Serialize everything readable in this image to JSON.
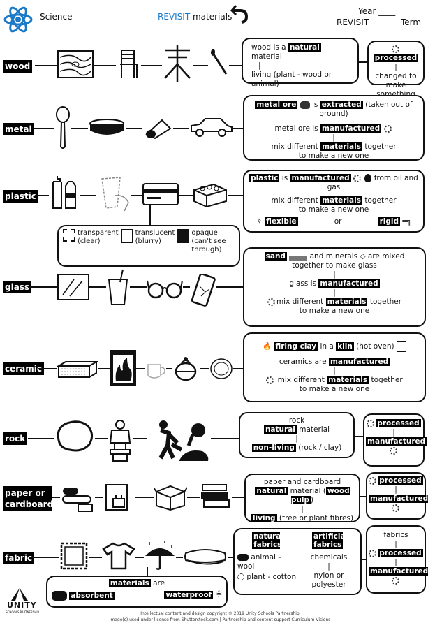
{
  "header": {
    "subject": "Science",
    "title_accent": "REVISIT",
    "title_rest": "materials",
    "year_label": "Year ____",
    "term_label": "REVISIT _______Term"
  },
  "rows": {
    "wood": {
      "label": "wood",
      "def_pre": "wood is a",
      "def_hl": "natural",
      "def_post": "material",
      "def_source": "living (plant - wood or animal)",
      "proc_hl": "processed",
      "proc_text": "changed to make something"
    },
    "metal": {
      "label": "metal",
      "l1_hl": "metal ore",
      "l1_mid": "is",
      "l1_hl2": "extracted",
      "l1_post": "(taken out of ground)",
      "l2_pre": "metal ore is",
      "l2_hl": "manufactured",
      "l3_pre": "mix different",
      "l3_hl": "materials",
      "l3_post": "together",
      "l4": "to make a new one"
    },
    "plastic": {
      "label": "plastic",
      "l1_hl": "plastic",
      "l1_mid": "is",
      "l1_hl2": "manufactured",
      "l1_post": "from oil and gas",
      "l2_pre": "mix different",
      "l2_hl": "materials",
      "l2_post": "together",
      "l3": "to make a new one",
      "flex_hl": "flexible",
      "or": "or",
      "rigid_hl": "rigid"
    },
    "transparency": {
      "transparent": "transparent (clear)",
      "translucent": "translucent (blurry)",
      "opaque": "opaque (can't see through)"
    },
    "glass": {
      "label": "glass",
      "l1_hl": "sand",
      "l1_mid": "and minerals",
      "l1_post": "are mixed",
      "l2": "together to make glass",
      "l3_pre": "glass is",
      "l3_hl": "manufactured",
      "l4_pre": "mix different",
      "l4_hl": "materials",
      "l4_post": "together",
      "l5": "to make a new one"
    },
    "ceramic": {
      "label": "ceramic",
      "l1_hl": "firing clay",
      "l1_mid": "in a",
      "l1_hl2": "kiln",
      "l1_post": "(hot oven)",
      "l2_pre": "ceramics are",
      "l2_hl": "manufactured",
      "l3_pre": "mix different",
      "l3_hl": "materials",
      "l3_post": "together",
      "l4": "to make a new one"
    },
    "rock": {
      "label": "rock",
      "l1": "rock",
      "l2_hl": "natural",
      "l2_post": "material",
      "l3_hl": "non-living",
      "l3_post": "(rock / clay)",
      "proc_hl": "processed",
      "manu_hl": "manufactured"
    },
    "paper": {
      "label": "paper or cardboard",
      "l1": "paper and cardboard",
      "l2_hl": "natural",
      "l2_mid": "material (",
      "l2_hl2": "wood pulp",
      "l2_post": ")",
      "l3_hl": "living",
      "l3_post": "(tree or plant fibres)",
      "proc_hl": "processed",
      "manu_hl": "manufactured"
    },
    "fabric": {
      "label": "fabric",
      "nat_hl": "natural fabrics",
      "art_hl": "artificial fabrics",
      "animal": "animal – wool",
      "plant": "plant  - cotton",
      "chemicals": "chemicals",
      "nylon": "nylon or polyester",
      "side_title": "fabrics",
      "proc_hl": "processed",
      "manu_hl": "manufactured",
      "mat_hl": "materials",
      "mat_post": "are",
      "abs_hl": "absorbent",
      "wat_hl": "waterproof"
    }
  },
  "footer": {
    "logo": "UNITY",
    "logo_sub": "SCHOOLS PARTNERSHIP",
    "line1": "Intellectual content and design copyright © 2019 Unity Schools Partnership",
    "line2": "Image(s) used under license from Shutterstock.com  |  Partnership and content support Curriculum Visions"
  }
}
